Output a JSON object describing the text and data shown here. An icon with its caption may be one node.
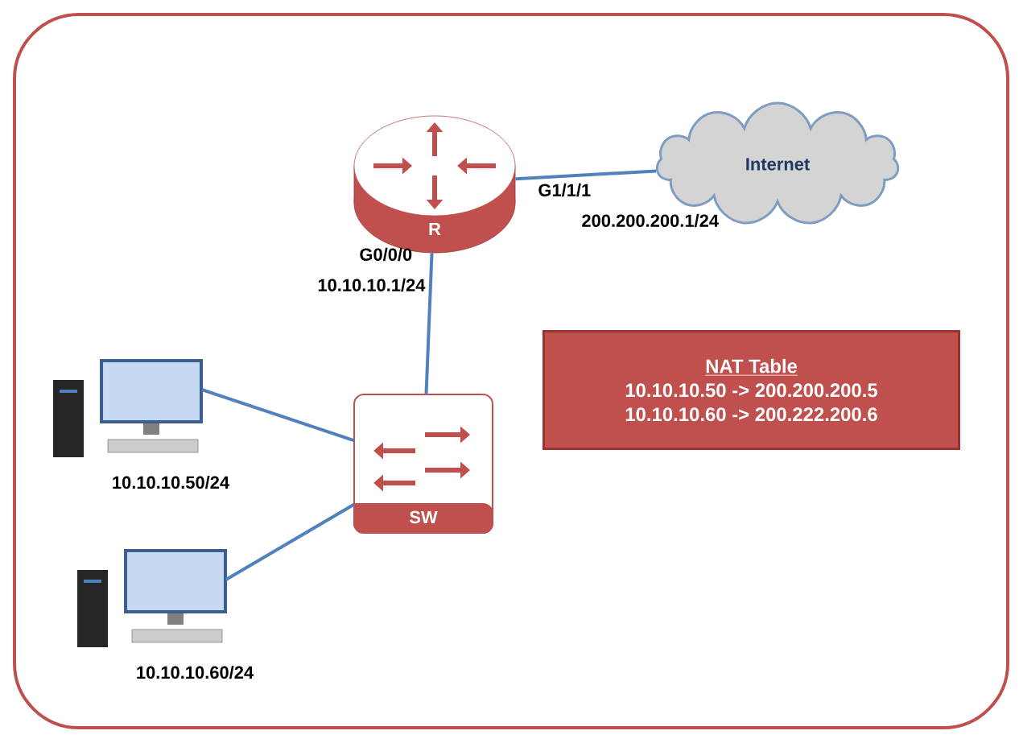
{
  "diagram": {
    "nodes": [
      {
        "text": [],
        "shape": "box"
      },
      {
        "text": [
          "R"
        ],
        "in": 0
      },
      {
        "text": [
          "Internet"
        ],
        "in": 0
      },
      {
        "text": [
          "SW"
        ],
        "in": 0
      },
      {
        "text": [],
        "shape": "picture",
        "beside": [
          "10.10.10.50/24"
        ],
        "in": 0
      },
      {
        "text": [],
        "shape": "picture",
        "beside": [
          "10.10.10.60/24"
        ],
        "in": 0
      },
      {
        "text": [
          "NAT Table",
          "10.10.10.50 -> 200.200.200.5",
          "10.10.10.60 -> 200.222.200.6"
        ],
        "in": 0
      }
    ],
    "edges": [
      {
        "from": 1,
        "to": 2,
        "arrow": "none"
      },
      {
        "from": 1,
        "to": 3,
        "arrow": "none"
      },
      {
        "from": 4,
        "to": 3,
        "arrow": "none"
      },
      {
        "from": 5,
        "to": 3,
        "arrow": "none"
      }
    ],
    "labels": [
      "G1/1/1",
      "200.200.200.1/24",
      "G0/0/0",
      "10.10.10.1/24"
    ]
  }
}
